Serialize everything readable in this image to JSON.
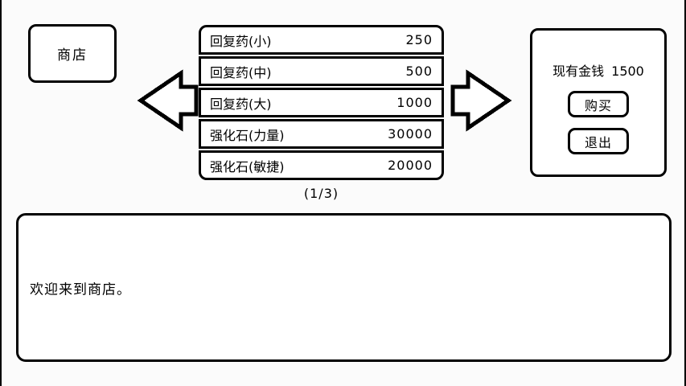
{
  "shop": {
    "title": "商店"
  },
  "item_list": {
    "items": [
      {
        "name": "回复药(小)",
        "price": "250"
      },
      {
        "name": "回复药(中)",
        "price": "500"
      },
      {
        "name": "回复药(大)",
        "price": "1000"
      },
      {
        "name": "强化石(力量)",
        "price": "30000"
      },
      {
        "name": "强化石(敏捷)",
        "price": "20000"
      }
    ],
    "page_indicator": "(1/3)"
  },
  "nav": {
    "prev_icon": "left-arrow-icon",
    "next_icon": "right-arrow-icon"
  },
  "wallet": {
    "money_label": "现有金钱",
    "money_value": "1500",
    "buy_label": "购买",
    "exit_label": "退出"
  },
  "message": {
    "text": "欢迎来到商店。"
  },
  "colors": {
    "ink": "#000000",
    "panel_bg": "#ffffff",
    "page_bg": "#fbfbfb"
  }
}
